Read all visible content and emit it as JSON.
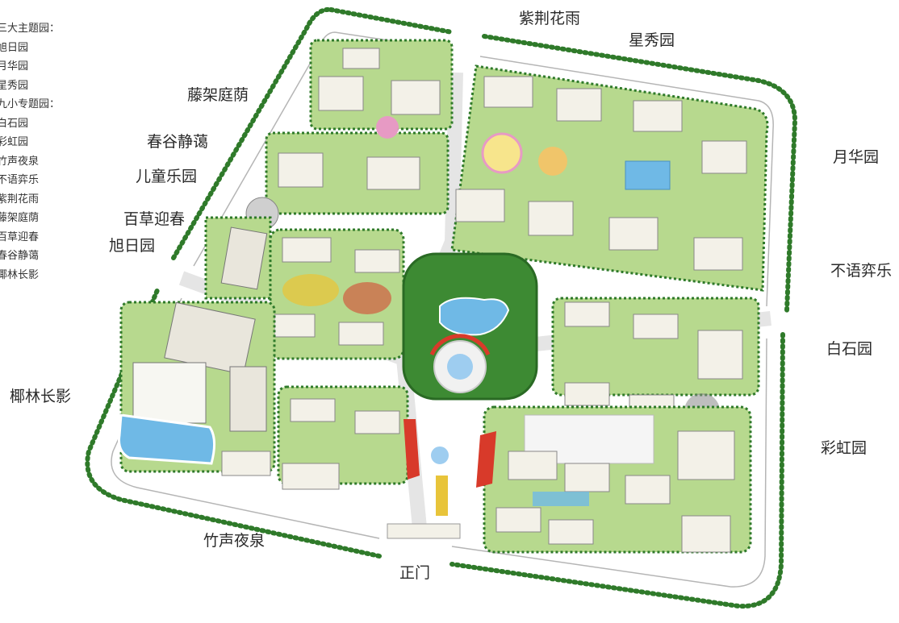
{
  "legend": [
    "三大主题园：",
    "旭日园",
    "月华园",
    "星秀园",
    "九小专题园：",
    "白石园",
    "彩虹园",
    "竹声夜泉",
    "不语弈乐",
    "紫荆花雨",
    "藤架庭荫",
    "百草迎春",
    "春谷静蔼",
    "椰林长影"
  ],
  "labels": {
    "zijing": "紫荆花雨",
    "xingxiu": "星秀园",
    "tengjia": "藤架庭荫",
    "yuehua": "月华园",
    "chungu": "春谷静蔼",
    "ertong": "儿童乐园",
    "baicao": "百草迎春",
    "xuri": "旭日园",
    "buyu": "不语弈乐",
    "baishi": "白石园",
    "yelin": "椰林长影",
    "caihong": "彩虹园",
    "zhusheng": "竹声夜泉",
    "zhengmen": "正门"
  },
  "colors": {
    "tree": "#2f7a2a",
    "tree_light": "#5aa64a",
    "grass": "#b7d98e",
    "building": "#f3f1e8",
    "water": "#6fb9e6",
    "flower_red": "#d83a2a",
    "flower_yellow": "#e8c43a",
    "flower_pink": "#e79ac4"
  }
}
